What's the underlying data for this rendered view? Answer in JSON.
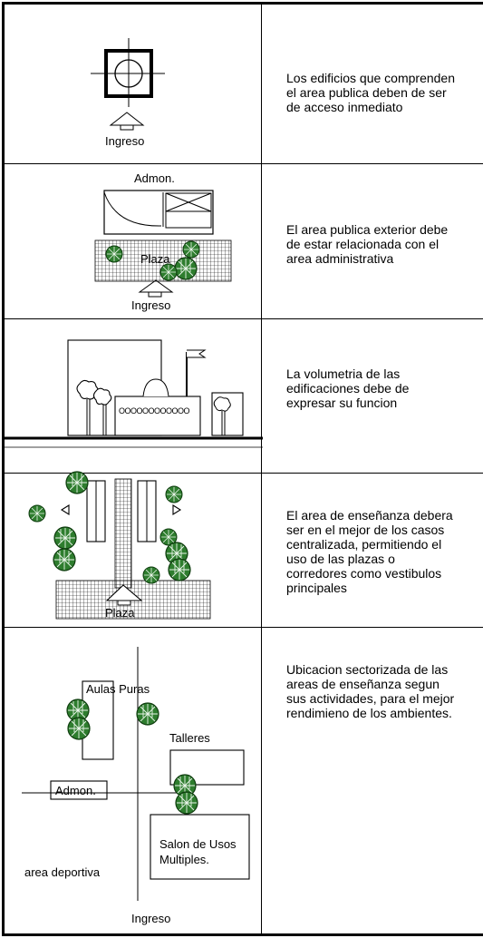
{
  "rows": [
    {
      "labels": {
        "ingreso": "Ingreso"
      },
      "description": "Los edificios que comprenden\nel area publica deben de ser\nde acceso inmediato"
    },
    {
      "labels": {
        "admon": "Admon.",
        "plaza": "Plaza",
        "ingreso": "Ingreso"
      },
      "description": "El area publica exterior debe\nde estar relacionada con el\narea administrativa"
    },
    {
      "labels": {
        "windows": "OOOOOOOOOOOO"
      },
      "description": "La volumetria de las\nedificaciones debe de\nexpresar su funcion"
    },
    {
      "labels": {
        "plaza": "Plaza"
      },
      "description": "El area de enseñanza debera\nser en el mejor de los casos\ncentralizada, permitiendo el\nuso de las plazas o\ncorredores como vestibulos\nprincipales"
    },
    {
      "labels": {
        "aulas_puras": "Aulas Puras",
        "talleres": "Talleres",
        "admon": "Admon.",
        "salon_line1": "Salon de Usos",
        "salon_line2": "Multiples.",
        "area_deportiva": "area deportiva",
        "ingreso": "Ingreso"
      },
      "description": "Ubicacion sectorizada de las\nareas de enseñanza segun\nsus actividades, para el mejor\nrendimieno de los ambientes."
    }
  ],
  "colors": {
    "tree_fill": "#2e7d2e",
    "tree_stroke": "#0f3d0f",
    "line": "#000000"
  }
}
